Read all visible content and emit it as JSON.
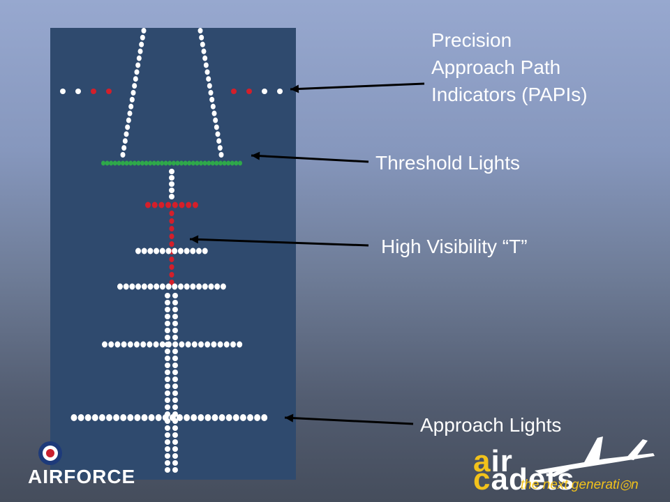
{
  "labels": {
    "papi_line1": "Precision",
    "papi_line2": "Approach Path",
    "papi_line3": "Indicators (PAPIs)",
    "threshold": "Threshold Lights",
    "high_visibility": "High Visibility “T”",
    "approach": "Approach Lights"
  },
  "logos": {
    "left_text": "AIRFORCE",
    "right_air_a": "a",
    "right_air_ir": "ir",
    "right_cadets_c": "c",
    "right_cadets_rest": "adets",
    "right_tagline": "the next generati◎n"
  },
  "colors": {
    "panel": "#2f4a6e",
    "light_white": "#ffffff",
    "light_red": "#d41f2a",
    "light_green": "#2ea84a",
    "logo_yellow": "#f2c21b"
  }
}
